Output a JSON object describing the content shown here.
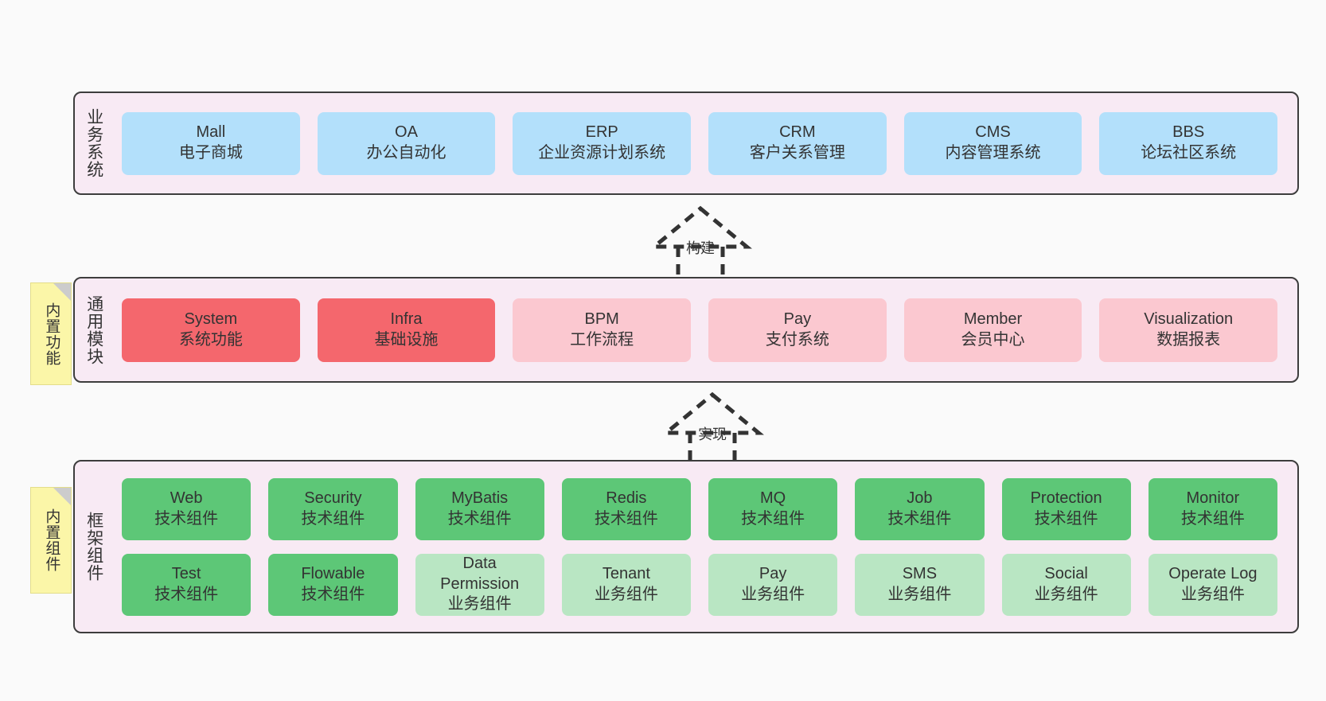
{
  "diagram": {
    "background": "#fafafa",
    "panel_fill": "#f8eaf4",
    "panel_border": "#3d3d3d",
    "note_fill": "#fbf6a8",
    "note_fold": "#cccccc",
    "colors": {
      "business": "#b3e0fb",
      "module_core": "#f4676d",
      "module_other": "#fbc8d0",
      "component_tech": "#5dc777",
      "component_biz": "#b9e6c3"
    }
  },
  "layers": {
    "business": {
      "label": "业务系统",
      "items": [
        {
          "name": "Mall",
          "desc": "电子商城"
        },
        {
          "name": "OA",
          "desc": "办公自动化"
        },
        {
          "name": "ERP",
          "desc": "企业资源计划系统"
        },
        {
          "name": "CRM",
          "desc": "客户关系管理"
        },
        {
          "name": "CMS",
          "desc": "内容管理系统"
        },
        {
          "name": "BBS",
          "desc": "论坛社区系统"
        }
      ]
    },
    "modules": {
      "label": "通用模块",
      "note": "内置功能",
      "items": [
        {
          "name": "System",
          "desc": "系统功能",
          "style": "red"
        },
        {
          "name": "Infra",
          "desc": "基础设施",
          "style": "red"
        },
        {
          "name": "BPM",
          "desc": "工作流程",
          "style": "pink"
        },
        {
          "name": "Pay",
          "desc": "支付系统",
          "style": "pink"
        },
        {
          "name": "Member",
          "desc": "会员中心",
          "style": "pink"
        },
        {
          "name": "Visualization",
          "desc": "数据报表",
          "style": "pink"
        }
      ]
    },
    "framework": {
      "label": "框架组件",
      "note": "内置组件",
      "row1": [
        {
          "name": "Web",
          "desc": "技术组件"
        },
        {
          "name": "Security",
          "desc": "技术组件"
        },
        {
          "name": "MyBatis",
          "desc": "技术组件"
        },
        {
          "name": "Redis",
          "desc": "技术组件"
        },
        {
          "name": "MQ",
          "desc": "技术组件"
        },
        {
          "name": "Job",
          "desc": "技术组件"
        },
        {
          "name": "Protection",
          "desc": "技术组件"
        },
        {
          "name": "Monitor",
          "desc": "技术组件"
        }
      ],
      "row2": [
        {
          "name": "Test",
          "desc": "技术组件",
          "style": "green"
        },
        {
          "name": "Flowable",
          "desc": "技术组件",
          "style": "green"
        },
        {
          "name": "Data Permission",
          "desc": "业务组件",
          "style": "lgreen"
        },
        {
          "name": "Tenant",
          "desc": "业务组件",
          "style": "lgreen"
        },
        {
          "name": "Pay",
          "desc": "业务组件",
          "style": "lgreen"
        },
        {
          "name": "SMS",
          "desc": "业务组件",
          "style": "lgreen"
        },
        {
          "name": "Social",
          "desc": "业务组件",
          "style": "lgreen"
        },
        {
          "name": "Operate Log",
          "desc": "业务组件",
          "style": "lgreen"
        }
      ]
    }
  },
  "connectors": [
    {
      "label": "构建",
      "from": "modules",
      "to": "business"
    },
    {
      "label": "实现",
      "from": "framework",
      "to": "modules"
    }
  ]
}
